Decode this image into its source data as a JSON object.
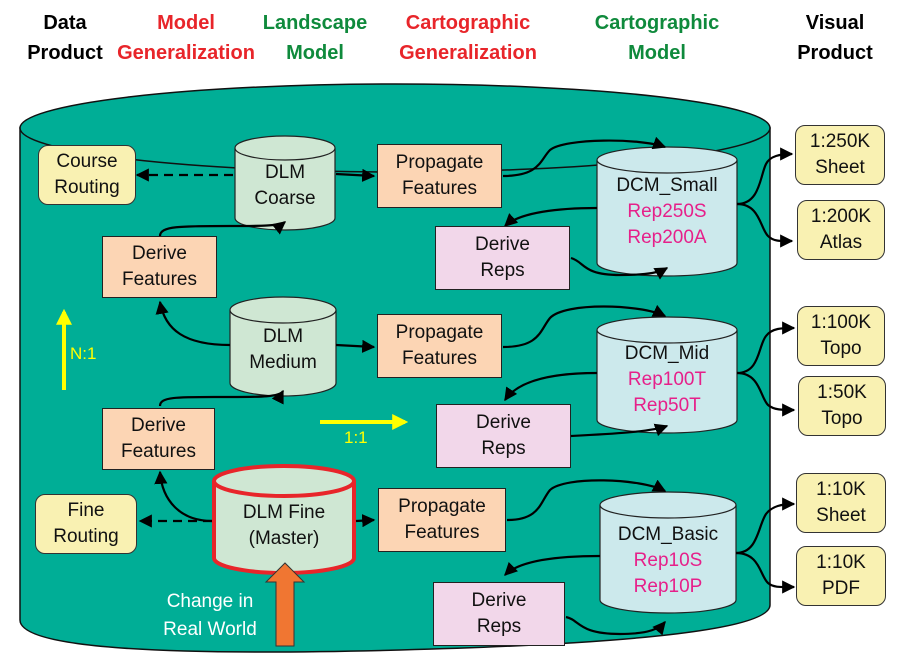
{
  "headers": [
    {
      "lines": [
        "Data",
        "Product"
      ],
      "color": "black"
    },
    {
      "lines": [
        "Model",
        "Generalization"
      ],
      "color": "red"
    },
    {
      "lines": [
        "Landscape",
        "Model"
      ],
      "color": "green"
    },
    {
      "lines": [
        "Cartographic",
        "Generalization"
      ],
      "color": "red"
    },
    {
      "lines": [
        "Cartographic",
        "Model"
      ],
      "color": "green"
    },
    {
      "lines": [
        "Visual",
        "Product"
      ],
      "color": "black"
    }
  ],
  "data_products": [
    {
      "lines": [
        "Course",
        "Routing"
      ]
    },
    {
      "lines": [
        "Fine",
        "Routing"
      ]
    }
  ],
  "landscape_models": [
    {
      "lines": [
        "DLM",
        "Coarse"
      ]
    },
    {
      "lines": [
        "DLM",
        "Medium"
      ]
    },
    {
      "lines": [
        "DLM Fine",
        "(Master)"
      ]
    }
  ],
  "model_generalization": [
    {
      "lines": [
        "Derive",
        "Features"
      ]
    },
    {
      "lines": [
        "Derive",
        "Features"
      ]
    }
  ],
  "propagate": [
    {
      "lines": [
        "Propagate",
        "Features"
      ]
    },
    {
      "lines": [
        "Propagate",
        "Features"
      ]
    },
    {
      "lines": [
        "Propagate",
        "Features"
      ]
    }
  ],
  "derive_reps": [
    {
      "lines": [
        "Derive",
        "Reps"
      ]
    },
    {
      "lines": [
        "Derive",
        "Reps"
      ]
    },
    {
      "lines": [
        "Derive",
        "Reps"
      ]
    }
  ],
  "cartographic_models": [
    {
      "name": "DCM_Small",
      "reps": [
        "Rep250S",
        "Rep200A"
      ]
    },
    {
      "name": "DCM_Mid",
      "reps": [
        "Rep100T",
        "Rep50T"
      ]
    },
    {
      "name": "DCM_Basic",
      "reps": [
        "Rep10S",
        "Rep10P"
      ]
    }
  ],
  "visual_products": [
    {
      "lines": [
        "1:250K",
        "Sheet"
      ]
    },
    {
      "lines": [
        "1:200K",
        "Atlas"
      ]
    },
    {
      "lines": [
        "1:100K",
        "Topo"
      ]
    },
    {
      "lines": [
        "1:50K",
        "Topo"
      ]
    },
    {
      "lines": [
        "1:10K",
        "Sheet"
      ]
    },
    {
      "lines": [
        "1:10K",
        "PDF"
      ]
    }
  ],
  "annotations": {
    "vertical_ratio": "N:1",
    "horizontal_ratio": "1:1",
    "change_input": [
      "Change in",
      "Real World"
    ]
  },
  "colors": {
    "database_fill": "#00ae96",
    "landscape_cylinder": "#cfe7d3",
    "cartographic_cylinder": "#cce9ec",
    "master_outline": "#e8252a",
    "change_arrow": "#f07632",
    "ratio_arrows": "#ffff00",
    "rep_text": "#e6208a"
  }
}
